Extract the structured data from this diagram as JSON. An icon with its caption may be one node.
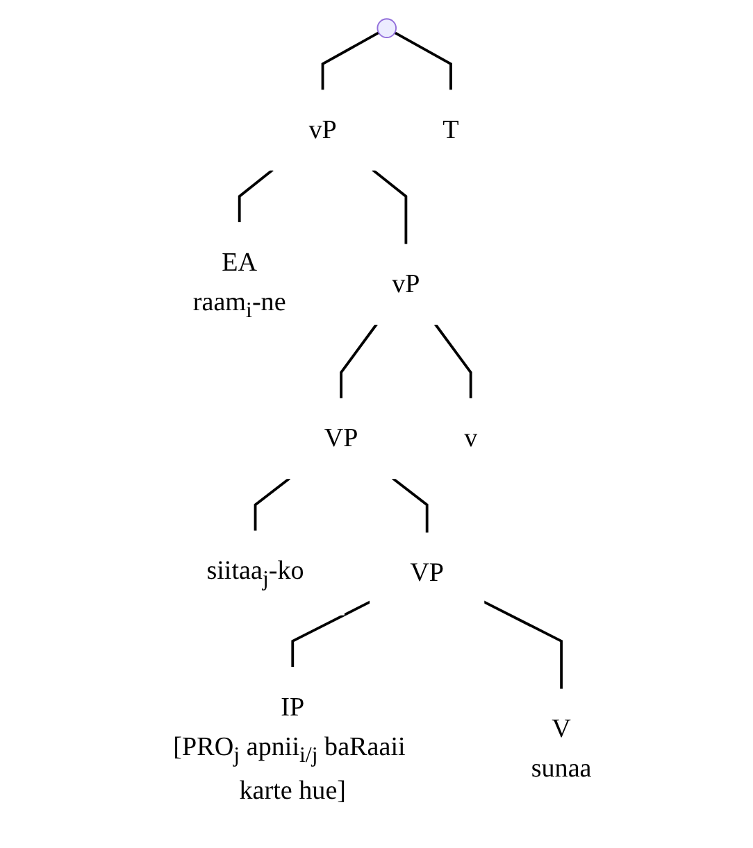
{
  "diagram": {
    "nodes": [
      {
        "text": [],
        "shape": "point"
      },
      {
        "text": [
          "vP"
        ]
      },
      {
        "text": [
          "T"
        ]
      },
      {
        "text": [
          "EA",
          "raam$_{i}$-ne"
        ]
      },
      {
        "text": [
          "vP"
        ]
      },
      {
        "text": [
          "VP"
        ]
      },
      {
        "text": [
          "v"
        ]
      },
      {
        "text": [
          "siitaa$_{j}$-ko"
        ]
      },
      {
        "text": [
          "VP"
        ]
      },
      {
        "text": [
          "IP",
          "[PRO$_{j}$ apnii$_{i/j}$ baRaaii karte hue]"
        ]
      },
      {
        "text": [
          "V",
          "sunaa"
        ]
      }
    ],
    "edges": [
      {
        "from": 0,
        "to": 1,
        "arrow": "none"
      },
      {
        "from": 0,
        "to": 2,
        "arrow": "none"
      },
      {
        "from": 1,
        "to": 3,
        "arrow": "none"
      },
      {
        "from": 1,
        "to": 4,
        "arrow": "none"
      },
      {
        "from": 4,
        "to": 5,
        "arrow": "none"
      },
      {
        "from": 4,
        "to": 6,
        "arrow": "none"
      },
      {
        "from": 5,
        "to": 7,
        "arrow": "none"
      },
      {
        "from": 5,
        "to": 8,
        "arrow": "none"
      },
      {
        "from": 8,
        "to": 9,
        "arrow": "none"
      },
      {
        "from": 8,
        "to": 10,
        "arrow": "none"
      }
    ]
  }
}
